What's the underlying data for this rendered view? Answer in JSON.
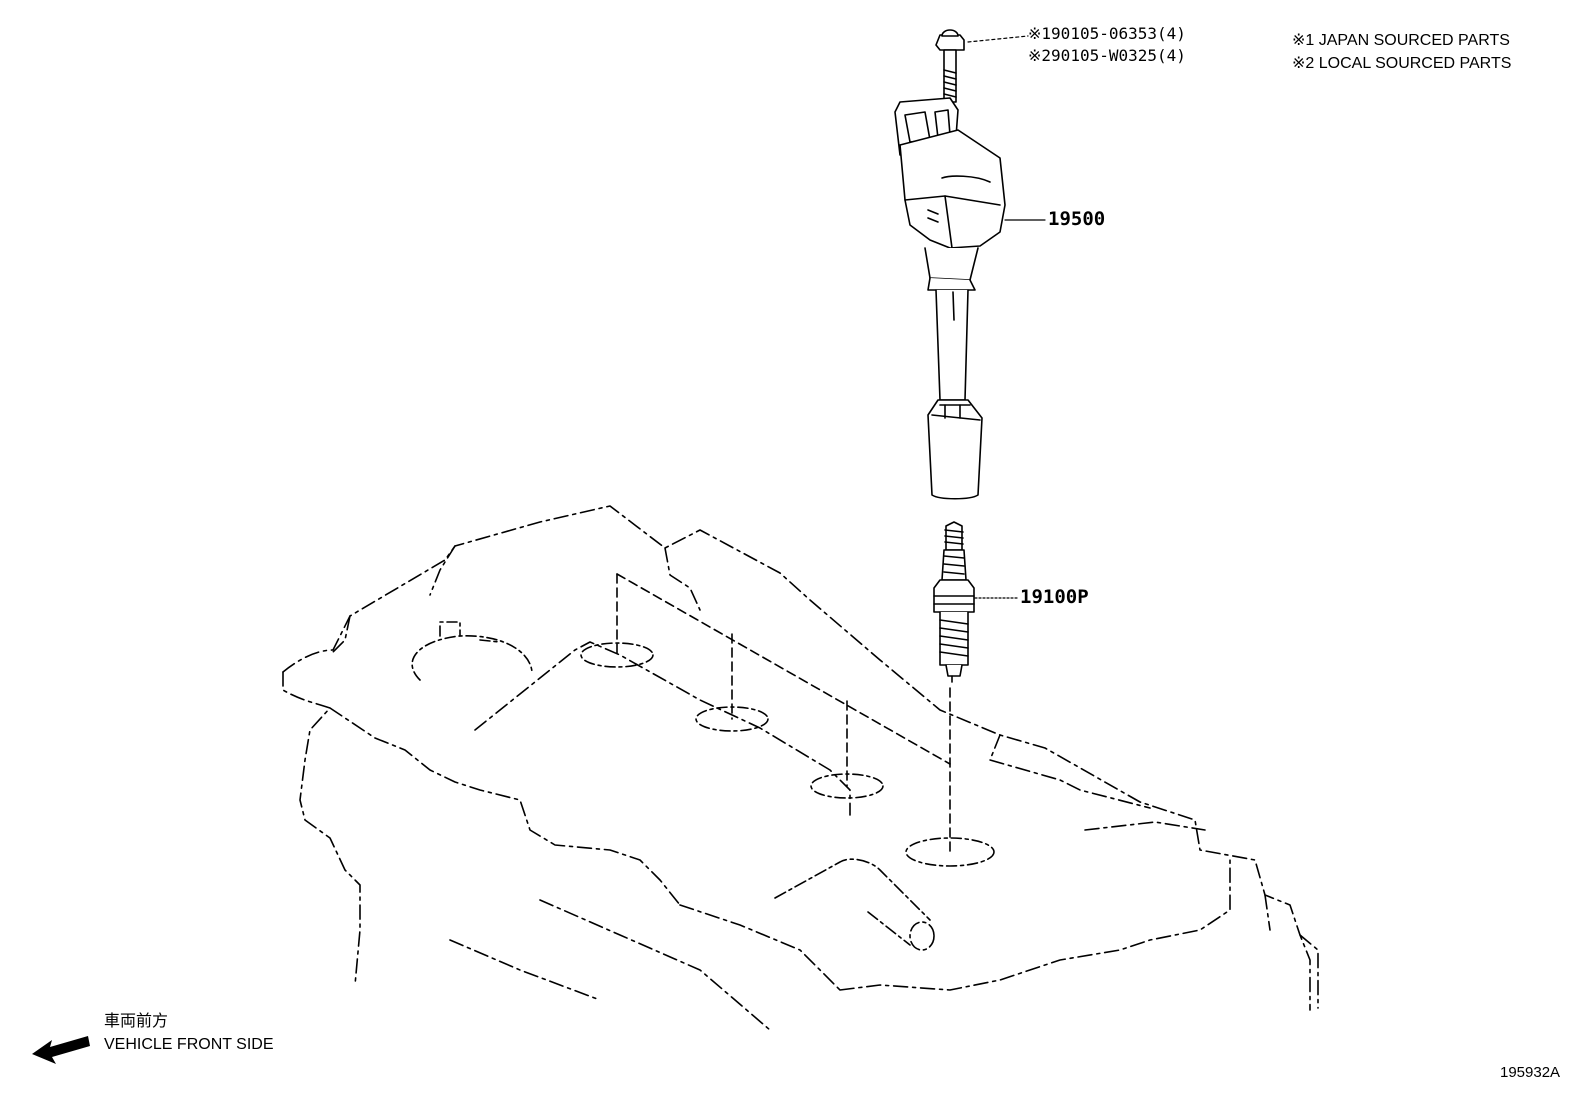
{
  "diagram": {
    "parts": {
      "bolt": {
        "mark1": "※1",
        "number1": "90105-06353(4)",
        "mark2": "※2",
        "number2": "90105-W0325(4)"
      },
      "ignition_coil": {
        "number": "19500"
      },
      "spark_plug": {
        "number": "19100P"
      }
    },
    "legend": {
      "note1": "※1 JAPAN SOURCED PARTS",
      "note2": "※2 LOCAL SOURCED PARTS"
    },
    "orientation": {
      "japanese": "車両前方",
      "english": "VEHICLE FRONT SIDE"
    },
    "reference": "195932A"
  }
}
